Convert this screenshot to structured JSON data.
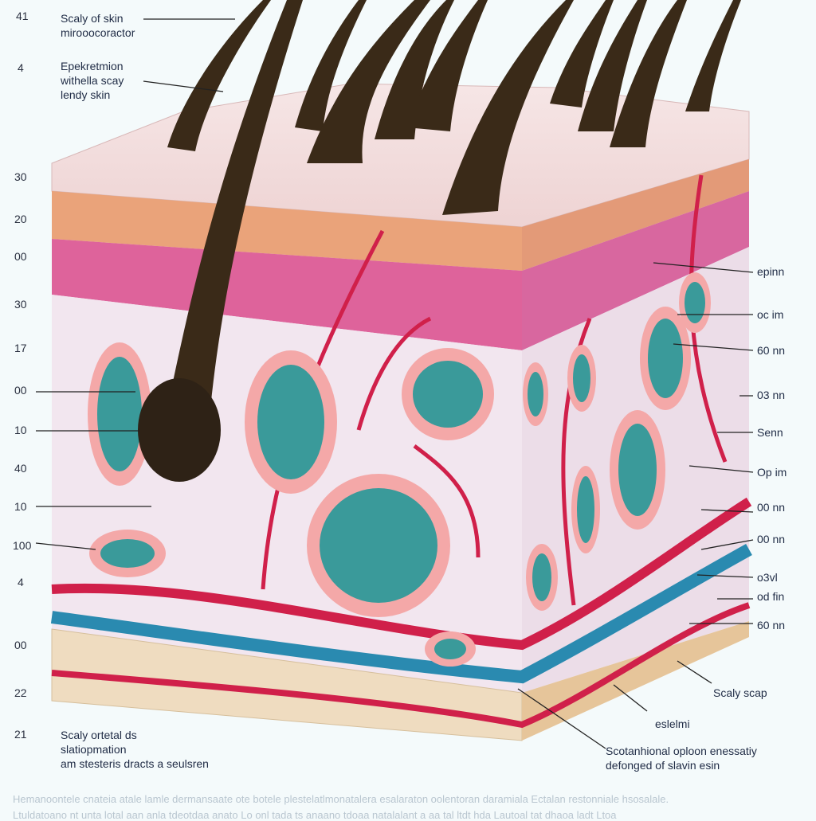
{
  "left_numbers": [
    "41",
    "4",
    "30",
    "20",
    "00",
    "30",
    "17",
    "00",
    "10",
    "40",
    "10",
    "100",
    "4",
    "00",
    "22",
    "21"
  ],
  "top_labels": [
    {
      "lines": [
        "Scaly of skin",
        "mirooocoractor"
      ]
    },
    {
      "lines": [
        "Epekretmion",
        "withella scay",
        "lendy skin"
      ]
    }
  ],
  "right_labels": [
    "epinn",
    "oc im",
    "60 nn",
    "03 nn",
    "Senn",
    "Op im",
    "00 nn",
    "00 nn",
    "o3vl",
    "od fin",
    "60 nn"
  ],
  "bottom_right_labels": {
    "scaly_scap": "Scaly scap",
    "eslelmi": "eslelmi",
    "note": [
      "Scotanhional oploon enessatiy",
      "defonged of slavin esin"
    ]
  },
  "bottom_left_note": [
    "Scaly ortetal ds",
    "slatiopmation",
    "am stesteris dracts a seulsren"
  ],
  "caption": [
    "Hemanoontele cnateia atale lamle dermansaate ote botele plestelatlmonatalera esalaraton oolentoran daramiala Ectalan restonniale hsosalale.",
    "Ltuldatoano nt unta lotal aan anla tdeotdaa anato Lo onl tada ts anaano tdoaa natalalant a aa tal ltdt hda Lautoal tat dhaoa ladt Ltoa"
  ],
  "colors": {
    "hair": "#3a2a18",
    "dermis_pink": "#d9488a",
    "vessel": "#d0204a",
    "nerve": "#2a8ab0",
    "gland": "#3a9a9a",
    "fat": "#efdcc0"
  }
}
